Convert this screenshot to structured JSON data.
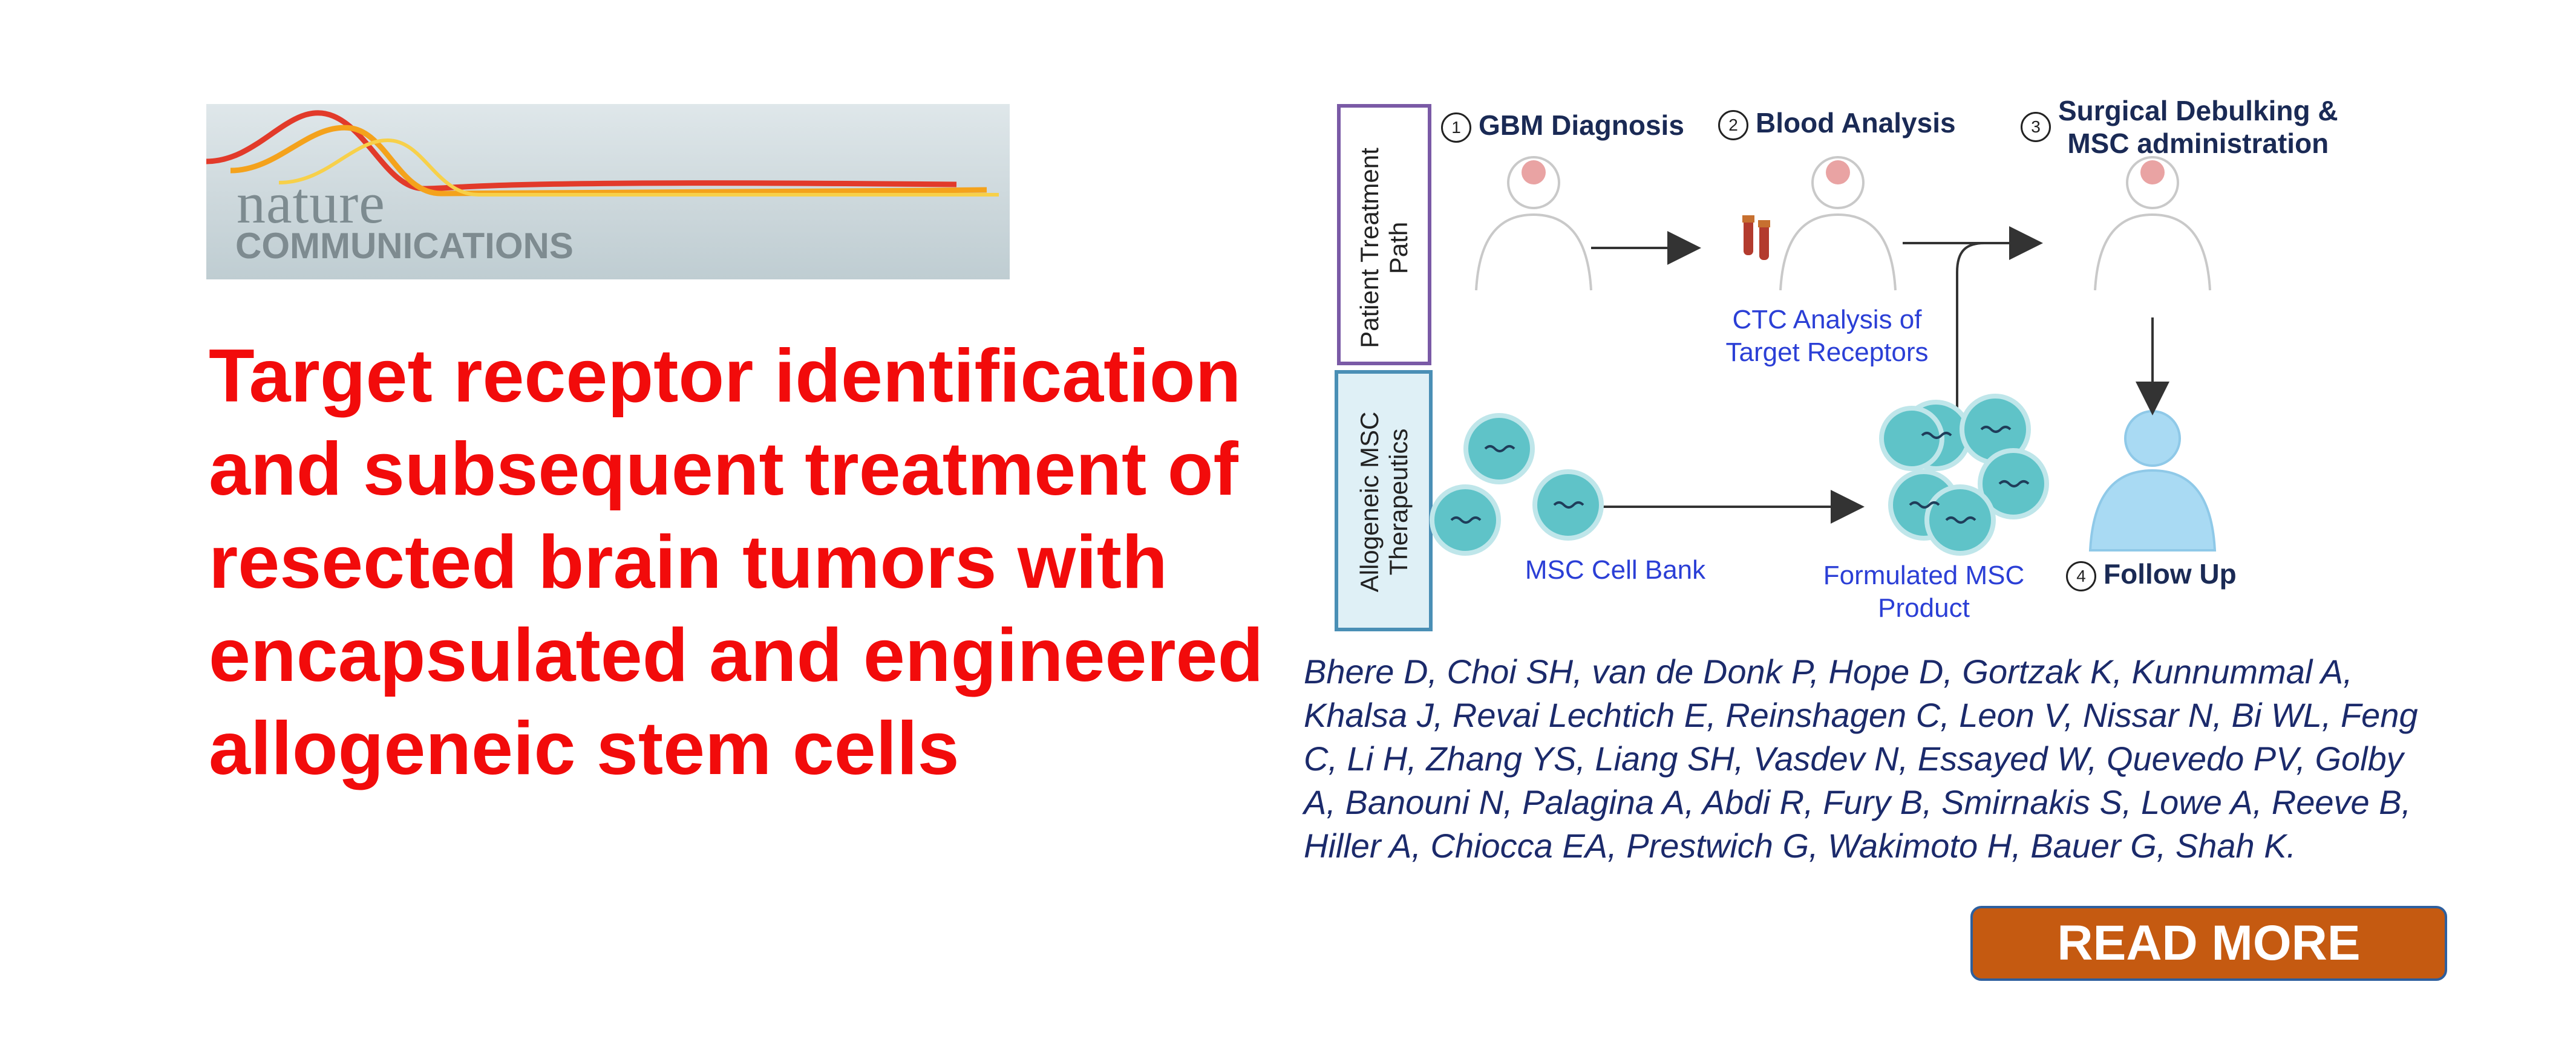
{
  "logo": {
    "line1": "nature",
    "line2": "COMMUNICATIONS"
  },
  "headline": "Target receptor identification and subsequent treatment of resected brain tumors with encapsulated and engineered allogeneic stem cells",
  "figure": {
    "lanes": {
      "patient": "Patient Treatment Path",
      "msc": "Allogeneic MSC Therapeutics"
    },
    "steps": [
      {
        "num": "1",
        "label": "GBM Diagnosis"
      },
      {
        "num": "2",
        "label": "Blood Analysis"
      },
      {
        "num": "3",
        "label": "Surgical Debulking &\nMSC administration"
      },
      {
        "num": "4",
        "label": "Follow Up"
      }
    ],
    "ctc_label": "CTC Analysis of\nTarget Receptors",
    "cell_bank_label": "MSC Cell Bank",
    "product_label": "Formulated MSC\nProduct",
    "colors": {
      "patient_box": "#7a5aa6",
      "msc_box": "#4a8fb5",
      "cell": "#5fc3c8",
      "arrow": "#333333",
      "label_blue": "#2b3fd6"
    }
  },
  "authors": "Bhere D, Choi SH, van de Donk P, Hope D, Gortzak K, Kunnummal A, Khalsa J, Revai Lechtich E, Reinshagen C, Leon V, Nissar N, Bi WL, Feng C, Li H, Zhang YS, Liang SH, Vasdev N, Essayed W, Quevedo PV, Golby A, Banouni N, Palagina A, Abdi R, Fury B, Smirnakis S, Lowe A, Reeve B, Hiller A, Chiocca EA, Prestwich G, Wakimoto H, Bauer G, Shah K.",
  "read_more_label": "READ MORE",
  "colors": {
    "headline": "#f20b0b",
    "authors": "#1b2a6b",
    "button_bg": "#c55a11",
    "button_border": "#2e5f9e"
  }
}
